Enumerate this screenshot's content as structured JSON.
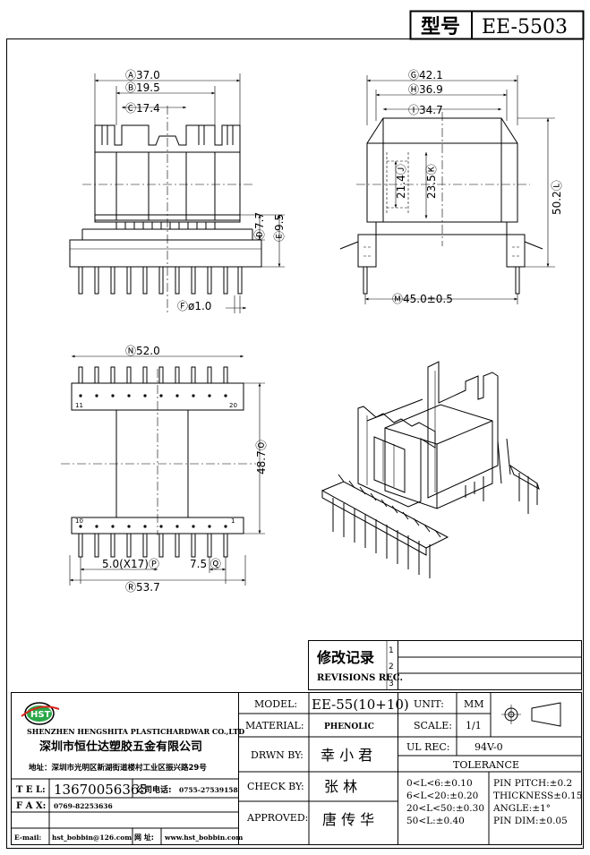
{
  "title_block": {
    "type_label": "型号",
    "type_value": "EE-5503"
  },
  "dimensions": {
    "A": "Ⓐ37.0",
    "B": "Ⓑ19.5",
    "C": "Ⓒ17.4",
    "D": "Ⓓ7.7",
    "E": "Ⓔ9.5",
    "F": "Ⓕø1.0",
    "G": "Ⓖ42.1",
    "H": "Ⓗ36.9",
    "I": "Ⓘ34.7",
    "J": "21.4Ⓙ",
    "K": "23.5Ⓚ",
    "L": "50.2Ⓛ",
    "M": "Ⓜ45.0±0.5",
    "N": "Ⓝ52.0",
    "O": "48.7Ⓞ",
    "P": "5.0(X17)Ⓟ",
    "Q": "7.5 Ⓠ",
    "R": "Ⓡ53.7",
    "pin_1": "1",
    "pin_10": "10",
    "pin_11": "11",
    "pin_20": "20"
  },
  "revisions": {
    "title_cn": "修改记录",
    "title_en": "REVISIONS REC.",
    "col_marks": [
      "1",
      "2",
      "3"
    ]
  },
  "company": {
    "logo_text": "HST",
    "name_en": "SHENZHEN HENGSHITA PLASTICHARDWAR CO.,LTD",
    "name_cn": "深圳市恒仕达塑胶五金有限公司",
    "address": "地址：深圳市光明区新湖街道楼村工业区振兴路29号",
    "tel_label": "T E L:",
    "tel_value": "13670056365",
    "company_tel_label": "公司电话:",
    "company_tel_value": "0755-27539158",
    "fax_label": "F A X:",
    "fax_value": "0769-82253636",
    "email_label": "E-mail:",
    "email_value": "hst_bobbin@126.com",
    "web_label": "网 址:",
    "web_value": "www.hst_bobbin.com"
  },
  "specs": {
    "model_label": "MODEL:",
    "model_value": "EE-55(10+10)",
    "unit_label": "UNIT:",
    "unit_value": "MM",
    "material_label": "MATERIAL:",
    "material_value": "PHENOLIC",
    "scale_label": "SCALE:",
    "scale_value": "1/1",
    "drawn_label": "DRWN BY:",
    "drawn_value": "幸 小 君",
    "ul_label": "UL REC:",
    "ul_value": "94V-0",
    "tolerance_label": "TOLERANCE",
    "check_label": "CHECK BY:",
    "check_value": "张    林",
    "approved_label": "APPROVED:",
    "approved_value": "唐 传 华",
    "tolerances_len": [
      "0<L<6:±0.10",
      "6<L<20:±0.20",
      "20<L<50:±0.30",
      "50<L:±0.40"
    ],
    "tolerances_other": [
      "PIN PITCH:±0.2",
      "THICKNESS±0.15",
      "ANGLE:±1°",
      "PIN DIM:±0.05"
    ]
  }
}
